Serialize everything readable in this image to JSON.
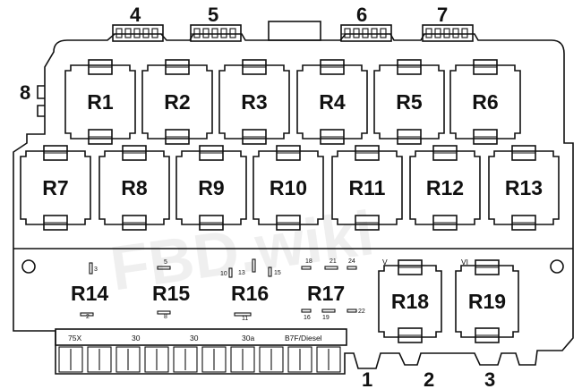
{
  "watermark": "FBD.wiki",
  "connectors": [
    {
      "id": "c4",
      "label": "4"
    },
    {
      "id": "c5",
      "label": "5"
    },
    {
      "id": "c6",
      "label": "6"
    },
    {
      "id": "c7",
      "label": "7"
    },
    {
      "id": "c8",
      "label": "8"
    },
    {
      "id": "c1",
      "label": "1"
    },
    {
      "id": "c2",
      "label": "2"
    },
    {
      "id": "c3",
      "label": "3"
    }
  ],
  "relays_row1": [
    "R1",
    "R2",
    "R3",
    "R4",
    "R5",
    "R6"
  ],
  "relays_row2": [
    "R7",
    "R8",
    "R9",
    "R10",
    "R11",
    "R12",
    "R13"
  ],
  "relays_row3": [
    "R14",
    "R15",
    "R16",
    "R17"
  ],
  "relay_18": {
    "label": "R18",
    "marker": "V"
  },
  "relay_19": {
    "label": "R19",
    "marker": "VI"
  },
  "pins": {
    "r14_top": "3",
    "r14_bottom": "2",
    "r15_top": "5",
    "r15_bottom": "8",
    "r16_left": "10",
    "r16_mid": "13",
    "r16_right": "15",
    "r16_bottom": "11",
    "r17_a": "18",
    "r17_b": "21",
    "r17_c": "24",
    "r17_d": "16",
    "r17_e": "19",
    "r17_f": "22"
  },
  "terminals": [
    "75X",
    "30",
    "30",
    "30a",
    "B7F/Diesel"
  ]
}
